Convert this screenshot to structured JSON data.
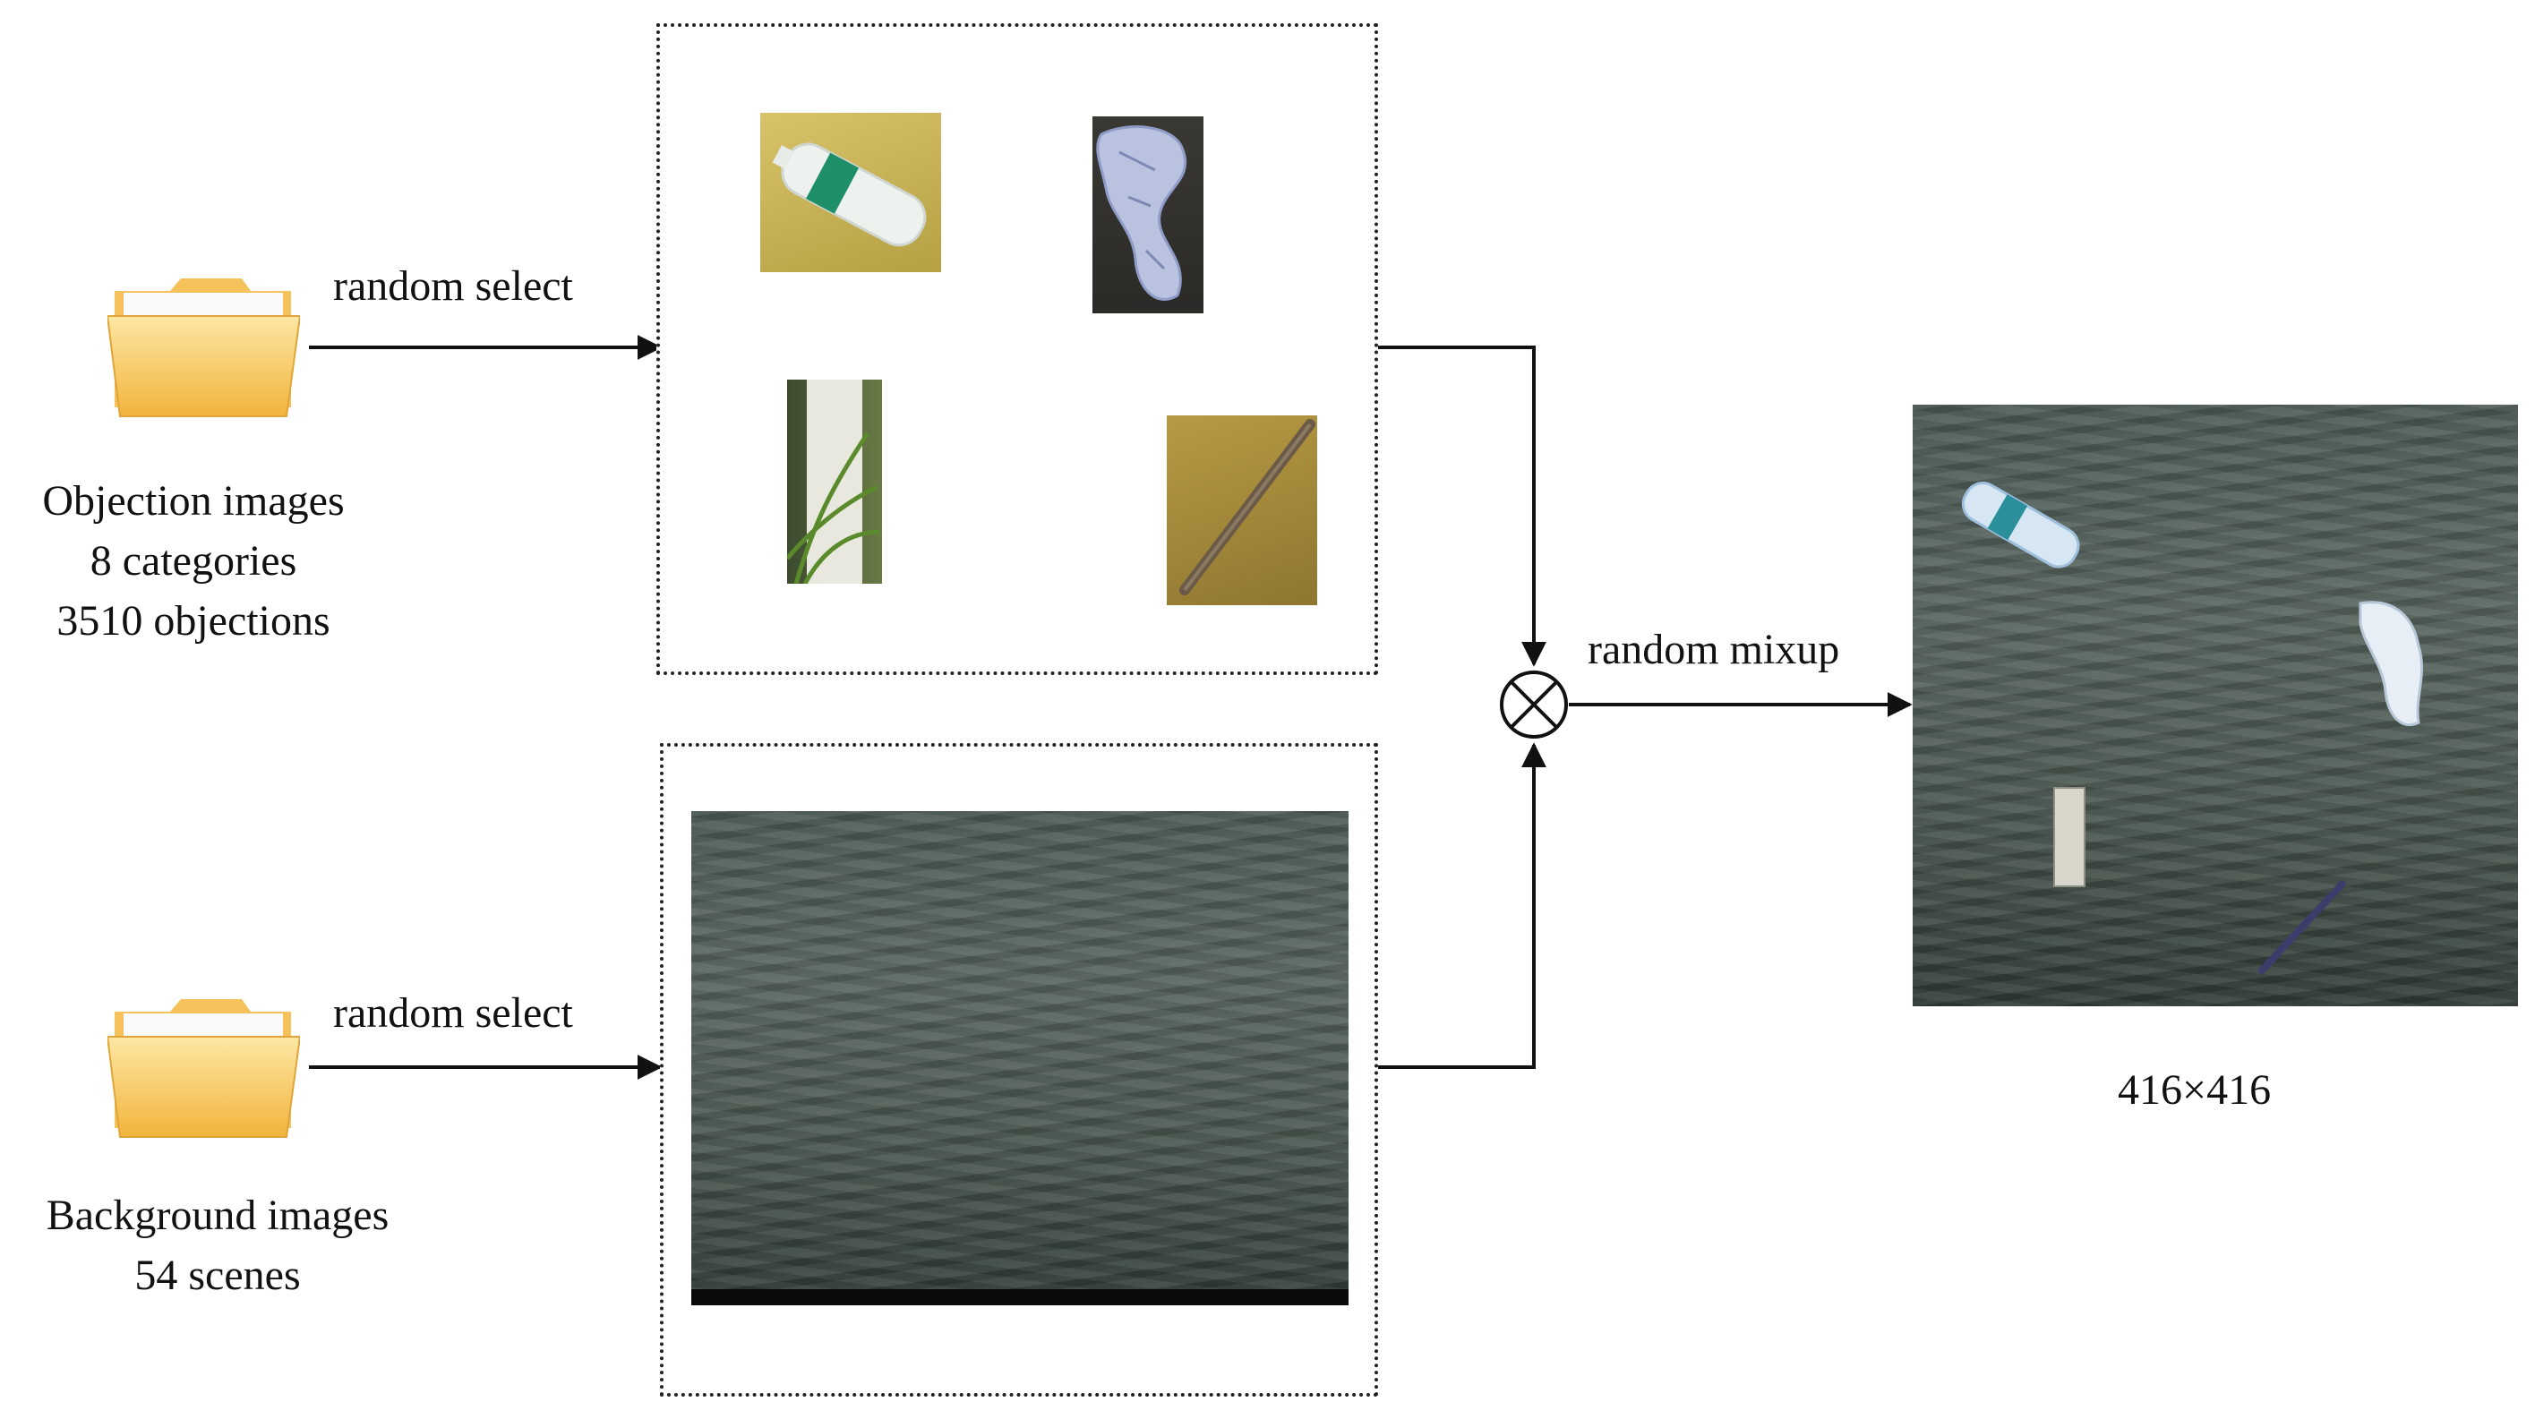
{
  "objects_source": {
    "arrow_label": "random select",
    "caption_lines": [
      "Objection images",
      "8 categories",
      "3510 objections"
    ],
    "icon": "folder-icon"
  },
  "background_source": {
    "arrow_label": "random select",
    "caption_lines": [
      "Background images",
      "54 scenes"
    ],
    "icon": "folder-icon"
  },
  "mixup": {
    "label": "random mixup",
    "operator_icon": "circle-x-operator-icon"
  },
  "output": {
    "size_label": "416×416"
  },
  "colors": {
    "folder": "#f7c45a",
    "water": "#4d5a55",
    "arrow": "#111111"
  }
}
